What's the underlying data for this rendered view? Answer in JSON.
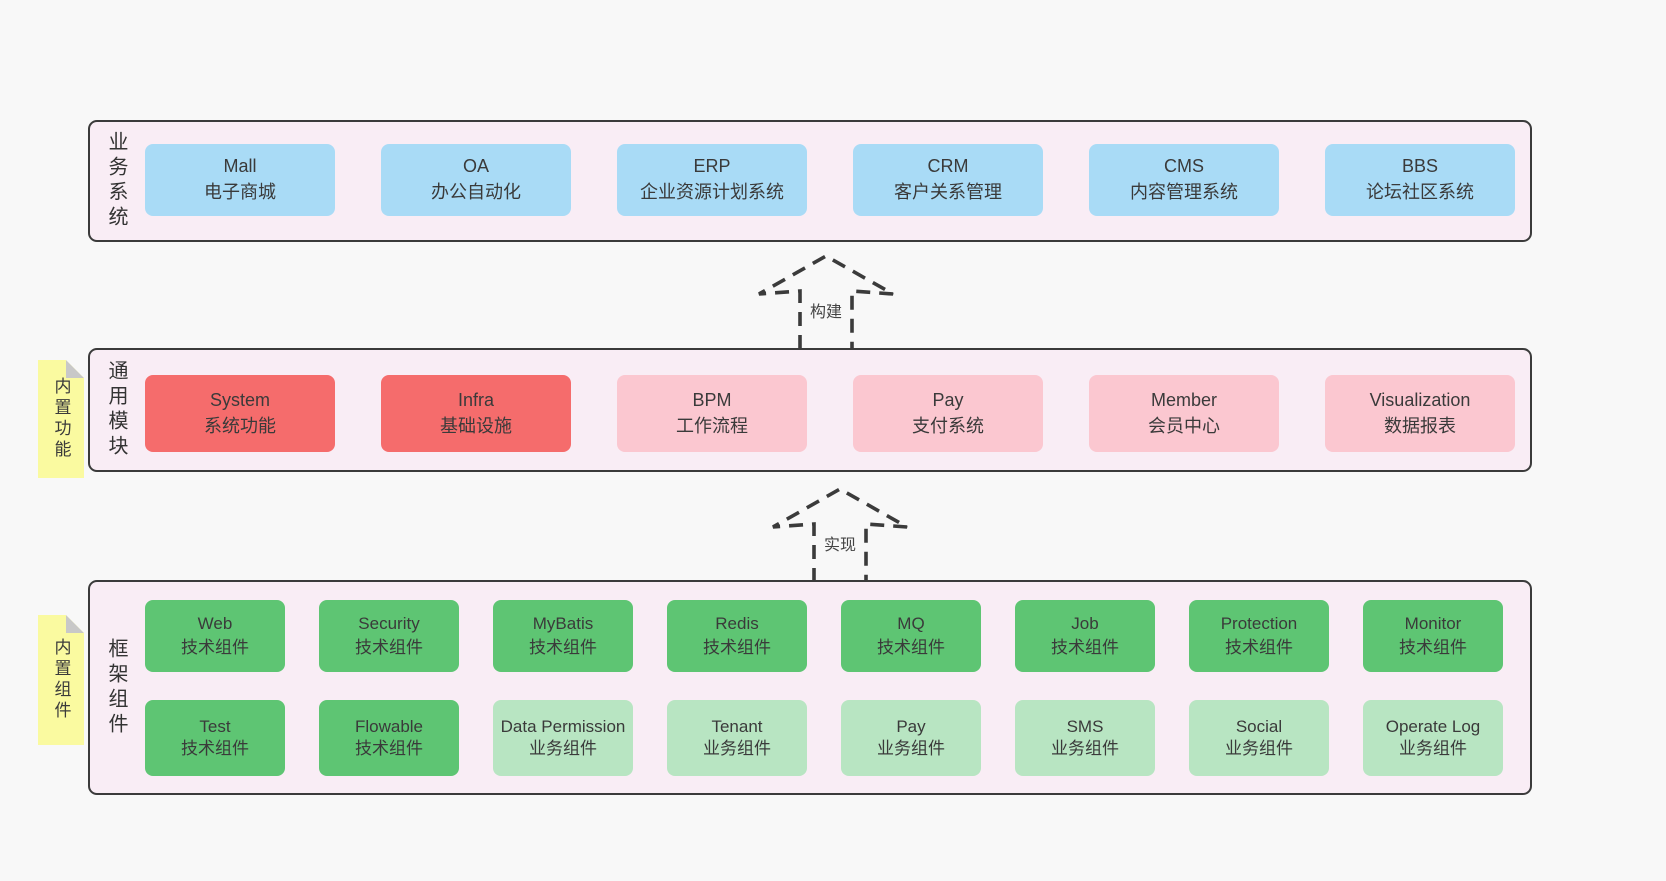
{
  "palette": {
    "page_bg": "#f8f8f8",
    "band_bg": "#f9edf5",
    "band_border": "#3b3b3b",
    "blue": "#a9dbf6",
    "red": "#f56c6c",
    "pink": "#fbc7d0",
    "green": "#5ec573",
    "green_light": "#b8e5c2",
    "yellow": "#fafaa0",
    "fold": "#c8c8c8",
    "text": "#3a3a3a"
  },
  "arrows": [
    {
      "label": "构建"
    },
    {
      "label": "实现"
    }
  ],
  "bands": [
    {
      "label": "业务系统",
      "boxes": [
        {
          "title": "Mall",
          "subtitle": "电子商城"
        },
        {
          "title": "OA",
          "subtitle": "办公自动化"
        },
        {
          "title": "ERP",
          "subtitle": "企业资源计划系统"
        },
        {
          "title": "CRM",
          "subtitle": "客户关系管理"
        },
        {
          "title": "CMS",
          "subtitle": "内容管理系统"
        },
        {
          "title": "BBS",
          "subtitle": "论坛社区系统"
        }
      ]
    },
    {
      "label": "通用模块",
      "note": "内置功能",
      "boxes": [
        {
          "title": "System",
          "subtitle": "系统功能"
        },
        {
          "title": "Infra",
          "subtitle": "基础设施"
        },
        {
          "title": "BPM",
          "subtitle": "工作流程"
        },
        {
          "title": "Pay",
          "subtitle": "支付系统"
        },
        {
          "title": "Member",
          "subtitle": "会员中心"
        },
        {
          "title": "Visualization",
          "subtitle": "数据报表"
        }
      ]
    },
    {
      "label": "框架组件",
      "note": "内置组件",
      "rows": [
        [
          {
            "title": "Web",
            "subtitle": "技术组件"
          },
          {
            "title": "Security",
            "subtitle": "技术组件"
          },
          {
            "title": "MyBatis",
            "subtitle": "技术组件"
          },
          {
            "title": "Redis",
            "subtitle": "技术组件"
          },
          {
            "title": "MQ",
            "subtitle": "技术组件"
          },
          {
            "title": "Job",
            "subtitle": "技术组件"
          },
          {
            "title": "Protection",
            "subtitle": "技术组件"
          },
          {
            "title": "Monitor",
            "subtitle": "技术组件"
          }
        ],
        [
          {
            "title": "Test",
            "subtitle": "技术组件"
          },
          {
            "title": "Flowable",
            "subtitle": "技术组件"
          },
          {
            "title": "Data Permission",
            "subtitle": "业务组件"
          },
          {
            "title": "Tenant",
            "subtitle": "业务组件"
          },
          {
            "title": "Pay",
            "subtitle": "业务组件"
          },
          {
            "title": "SMS",
            "subtitle": "业务组件"
          },
          {
            "title": "Social",
            "subtitle": "业务组件"
          },
          {
            "title": "Operate Log",
            "subtitle": "业务组件"
          }
        ]
      ]
    }
  ]
}
